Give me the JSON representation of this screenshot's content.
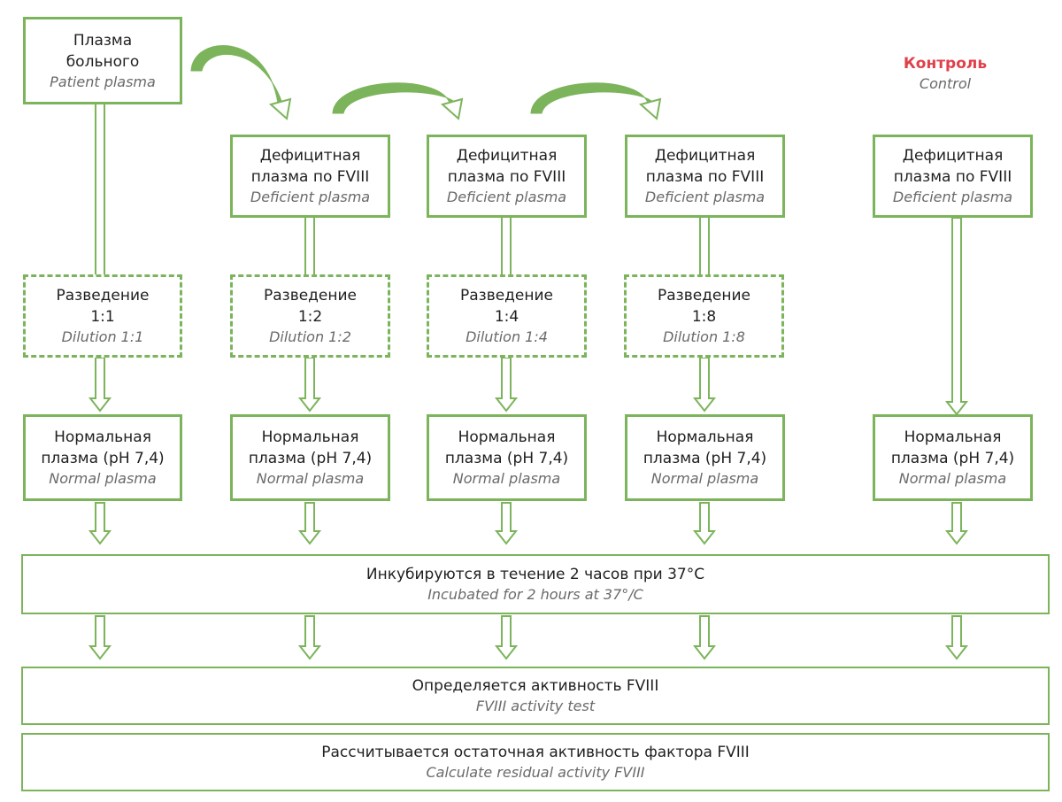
{
  "colors": {
    "accent": "#7cb45c",
    "control_label": "#e0404a"
  },
  "patient": {
    "ru": "Плазма\nбольного",
    "en": "Patient plasma"
  },
  "control": {
    "ru": "Контроль",
    "en": "Control"
  },
  "deficient": {
    "ru": "Дефицитная\nплазма по  FVIII",
    "en": "Deficient plasma"
  },
  "dilutions": [
    {
      "ru": "Разведение\n1:1",
      "en": "Dilution 1:1"
    },
    {
      "ru": "Разведение\n1:2",
      "en": "Dilution 1:2"
    },
    {
      "ru": "Разведение\n1:4",
      "en": "Dilution 1:4"
    },
    {
      "ru": "Разведение\n1:8",
      "en": "Dilution 1:8"
    }
  ],
  "normal": {
    "ru": "Нормальная\nплазма (pH 7,4)",
    "en": "Normal plasma"
  },
  "incubate": {
    "ru": "Инкубируются в течение  2 часов при  37°С",
    "en": "Incubated for 2 hours at 37°/C"
  },
  "activity": {
    "ru": "Определяется активность  FVIII",
    "en": "FVIII activity test"
  },
  "residual": {
    "ru": "Рассчитывается остаточная активность фактора  FVIII",
    "en": "Calculate residual activity FVIII"
  }
}
